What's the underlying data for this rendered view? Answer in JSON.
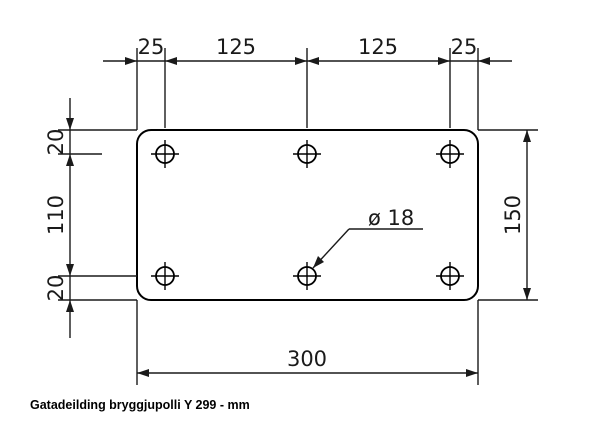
{
  "drawing": {
    "top_dims": [
      "25",
      "125",
      "125",
      "25"
    ],
    "left_dims": [
      "20",
      "110",
      "20"
    ],
    "right_dim": "150",
    "bottom_dim": "300",
    "hole_label": "ø 18",
    "hole_count": 6
  },
  "caption": "Gatadeilding bryggjupolli Y 299 - mm",
  "colors": {
    "line": "#1a1a1a",
    "background": "#ffffff"
  }
}
